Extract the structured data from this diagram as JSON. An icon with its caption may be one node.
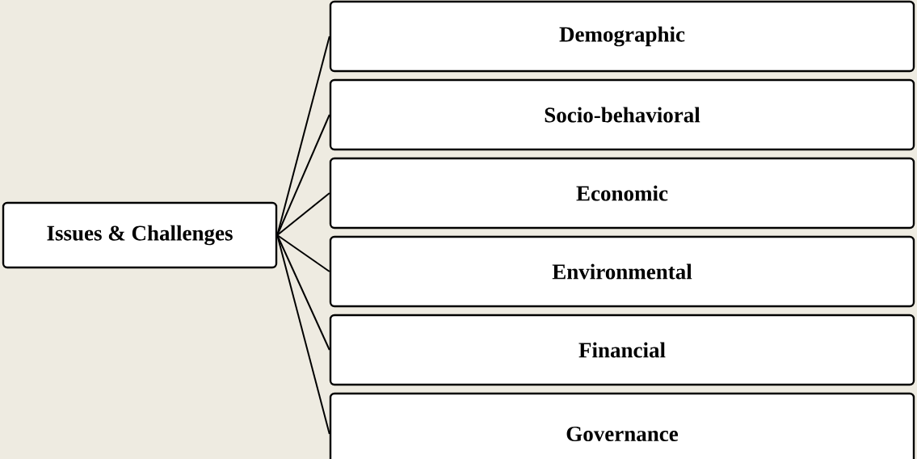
{
  "diagram": {
    "nodes": [
      {
        "text": [
          "Issues & Challenges"
        ]
      },
      {
        "text": [
          "Demographic"
        ]
      },
      {
        "text": [
          "Socio-behavioral"
        ]
      },
      {
        "text": [
          "Economic"
        ]
      },
      {
        "text": [
          "Environmental"
        ]
      },
      {
        "text": [
          "Financial"
        ]
      },
      {
        "text": [
          "Governance"
        ]
      }
    ],
    "edges": [
      {
        "from": 0,
        "to": 1,
        "arrow": "none"
      },
      {
        "from": 0,
        "to": 2,
        "arrow": "none"
      },
      {
        "from": 0,
        "to": 3,
        "arrow": "none"
      },
      {
        "from": 0,
        "to": 4,
        "arrow": "none"
      },
      {
        "from": 0,
        "to": 5,
        "arrow": "none"
      },
      {
        "from": 0,
        "to": 6,
        "arrow": "none"
      }
    ]
  }
}
